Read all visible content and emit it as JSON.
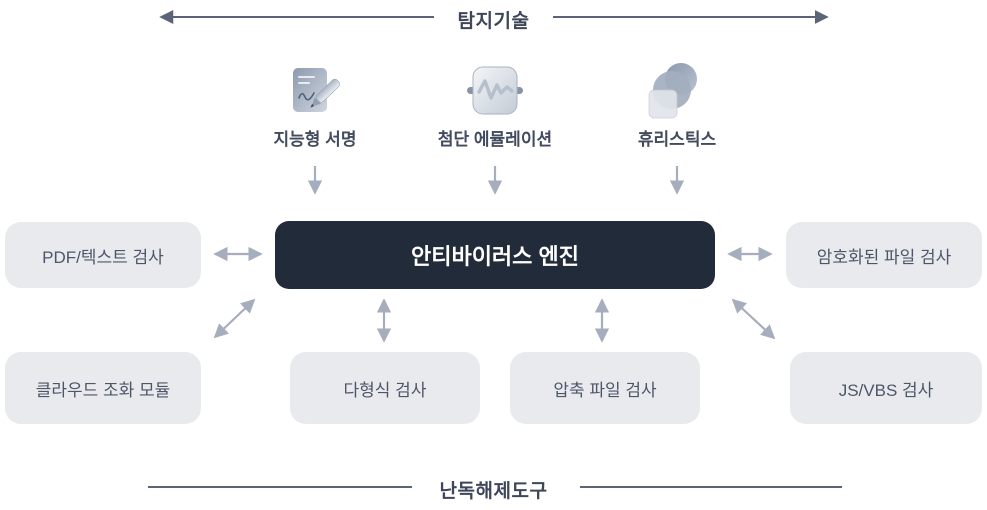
{
  "diagram": {
    "top_section_label": "탐지기술",
    "bottom_section_label": "난독해제도구",
    "center_box_label": "안티바이러스 엔진",
    "techniques": [
      {
        "label": "지능형 서명",
        "icon": "signature-document-pen-icon"
      },
      {
        "label": "첨단 에뮬레이션",
        "icon": "emulation-chip-waveform-icon"
      },
      {
        "label": "휴리스틱스",
        "icon": "heuristics-overlapping-shapes-icon"
      }
    ],
    "side_modules": {
      "left": "PDF/텍스트 검사",
      "right": "암호화된 파일 검사"
    },
    "bottom_modules": [
      "클라우드 조화 모듈",
      "다형식 검사",
      "압축 파일 검사",
      "JS/VBS 검사"
    ],
    "colors": {
      "background": "#ffffff",
      "center_box_bg": "#222b3a",
      "center_box_text": "#ffffff",
      "module_box_bg": "#e8eaee",
      "module_box_text": "#4d5668",
      "section_label_text": "#3e4759",
      "section_line": "#5b6477",
      "connector_arrow": "#a6adbc"
    }
  }
}
